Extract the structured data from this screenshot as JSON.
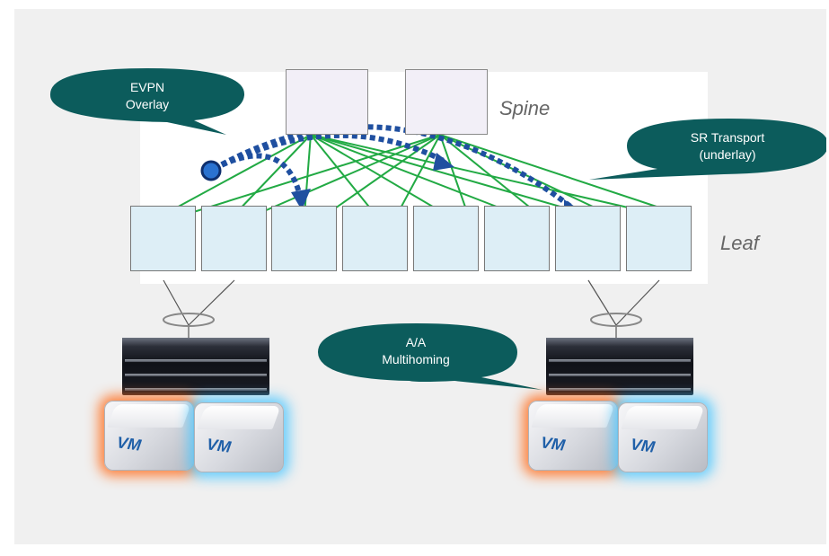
{
  "tiers": {
    "spine": "Spine",
    "leaf": "Leaf"
  },
  "callouts": {
    "evpn": [
      "EVPN",
      "Overlay"
    ],
    "sr": [
      "SR Transport",
      "(underlay)"
    ],
    "aa": [
      "A/A",
      "Multihoming"
    ]
  },
  "vm_label": "VM",
  "colors": {
    "callout": "#0c5c5c",
    "underlay_link": "#22aa44",
    "overlay_path": "#1f4fa0",
    "vm_glow_left": "#ff6e1e",
    "vm_glow_right": "#50c8ff"
  }
}
